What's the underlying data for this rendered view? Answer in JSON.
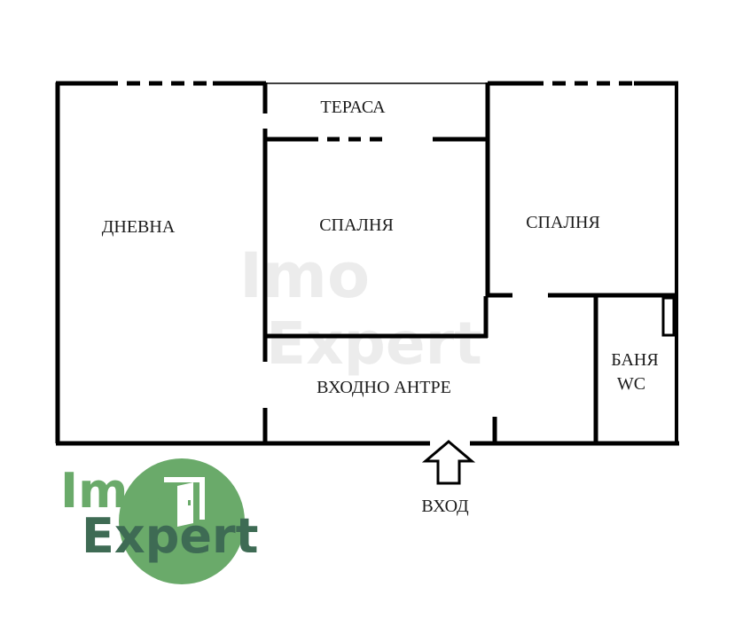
{
  "rooms": {
    "living": "ДНЕВНА",
    "terrace": "ТЕРАСА",
    "bedroom_middle": "СПАЛНЯ",
    "bedroom_right": "СПАЛНЯ",
    "hall": "ВХОДНО АНТРЕ",
    "bath_line1": "БАНЯ",
    "bath_line2": "WC"
  },
  "entrance": {
    "label": "ВХОД",
    "icon": "arrow-up-icon"
  },
  "logo": {
    "top": "Imo",
    "bottom": "Expert",
    "colors": {
      "green": "#6aaa6a",
      "dark": "#3e6b54",
      "white": "#ffffff"
    }
  },
  "watermark": {
    "top": "Imo",
    "bottom": "Expert"
  },
  "colors": {
    "wall": "#000000",
    "background": "#ffffff"
  }
}
